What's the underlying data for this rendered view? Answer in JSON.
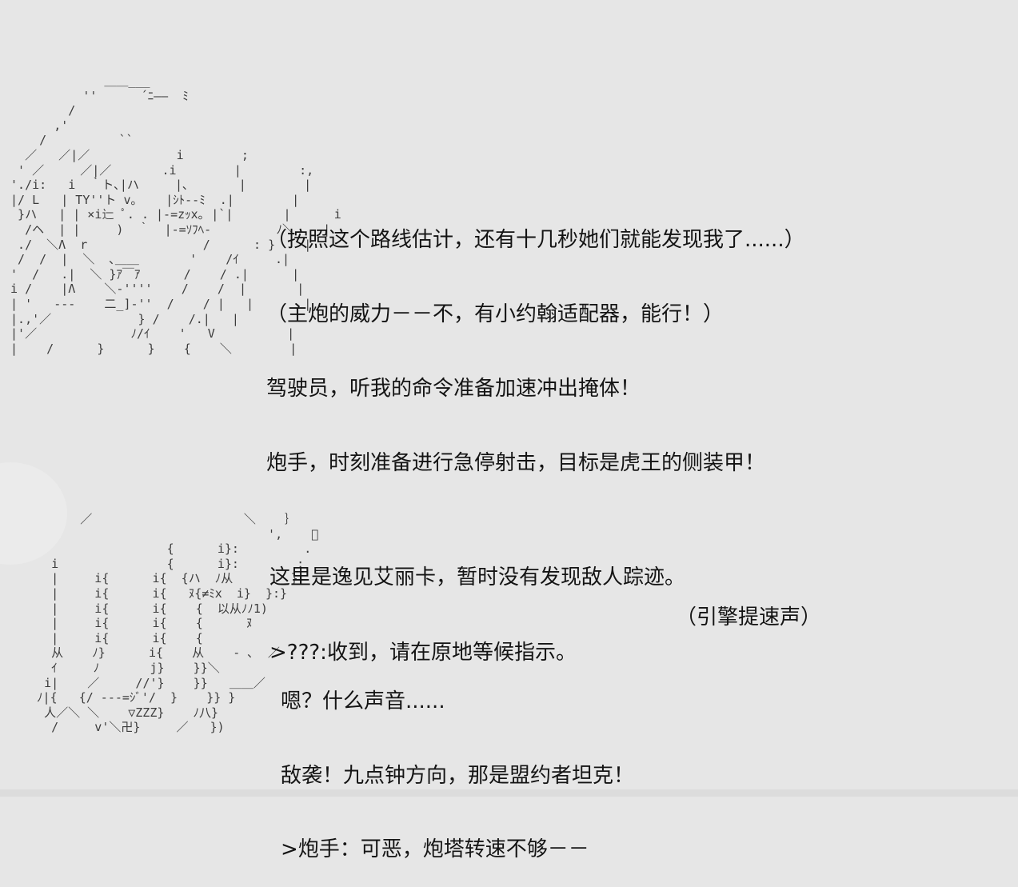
{
  "page": {
    "background": "#e6e6e6",
    "text_color": "#141414",
    "aa_color": "#3c3c3c",
    "footer_strip_color": "#dcdcdc",
    "watermark_ellipse_color": "#ebebeb"
  },
  "aa": {
    "figure_top": [
      "              ＿＿___",
      "           ''      ´ﾆ――  ﾐ",
      "         /",
      "       ,'",
      "     /          ``",
      "   ／   ／|／            i        ;",
      "  ' ／     ／|／       .i        |        :,",
      " './i:   i  ｀ト､|ハ     |､       |        |",
      " |/ L   | TY''ト v｡    |ｼﾄ--ﾐ  .|        |",
      "  }ハ   | | ×i辷 ﾟ. . |-=zｯx｡ |`|       |      i",
      "   /ヘ  | |     )  ｀  |-=ｿﾌﾍ-         ﾉ＼    |",
      "  ./  ＼Λ  r                /      : }    |",
      "  /  /  |  ＼  ､＿＿       '    /ｲ     .|",
      " '  /   .|  ＼ }ｱ￣ｱ      /    / .|      |",
      " i /    |Λ    ＼-''''    /    /  |       |",
      " | '   ---    二_]-''  /    / |   |       |",
      " |.,'／            } /    /.|   |",
      " |'／             ﾉ/ｲ    '   V          |",
      " |    /      }      }    {    ＼        |"
    ],
    "figure_bottom": [
      "        ／                     ＼    ｝",
      "                                  ',    ﾞ",
      "                    {      i}:         .",
      "    i               {      i}:        :",
      "    |     i{      i{  {ハ  ﾉ从        }",
      "    |     i{      i{   ﾇ{≠ﾐx  i}  }:}",
      "    |     i{      i{    {  以从ﾉﾉ1)",
      "    |     i{      i{    {      ﾇ",
      "    |     i{      i{    {",
      "    从    ﾉ}      i{    从    - ､  ／",
      "    ｲ     ﾉ       j}    }}＼",
      "   i|    ／     //'}    }}   ＿＿／",
      "  ﾉ|{   {/ ---=ｼﾞ'/  }    }} }",
      "   人／＼ ＼    ▽ZZZ}    ﾉ八}",
      "    /     v'＼卍}     ／   })"
    ]
  },
  "dialogue": {
    "commander_block": {
      "lines": [
        "（按照这个路线估计，还有十几秒她们就能发现我了......）",
        "（主炮的威力－－不，有小约翰适配器，能行！）",
        "驾驶员，听我的命令准备加速冲出掩体！",
        "炮手，时刻准备进行急停射击，目标是虎王的侧装甲！"
      ]
    },
    "erika_block": {
      "lines": [
        "这里是逸见艾丽卡，暂时没有发现敌人踪迹。",
        ">???:收到，请在原地等候指示。"
      ]
    },
    "sound_effect": "（引擎提速声）",
    "alert_block": {
      "lines": [
        "嗯？什么声音......",
        "敌袭！九点钟方向，那是盟约者坦克！",
        ">炮手：可恶，炮塔转速不够－－"
      ]
    }
  }
}
